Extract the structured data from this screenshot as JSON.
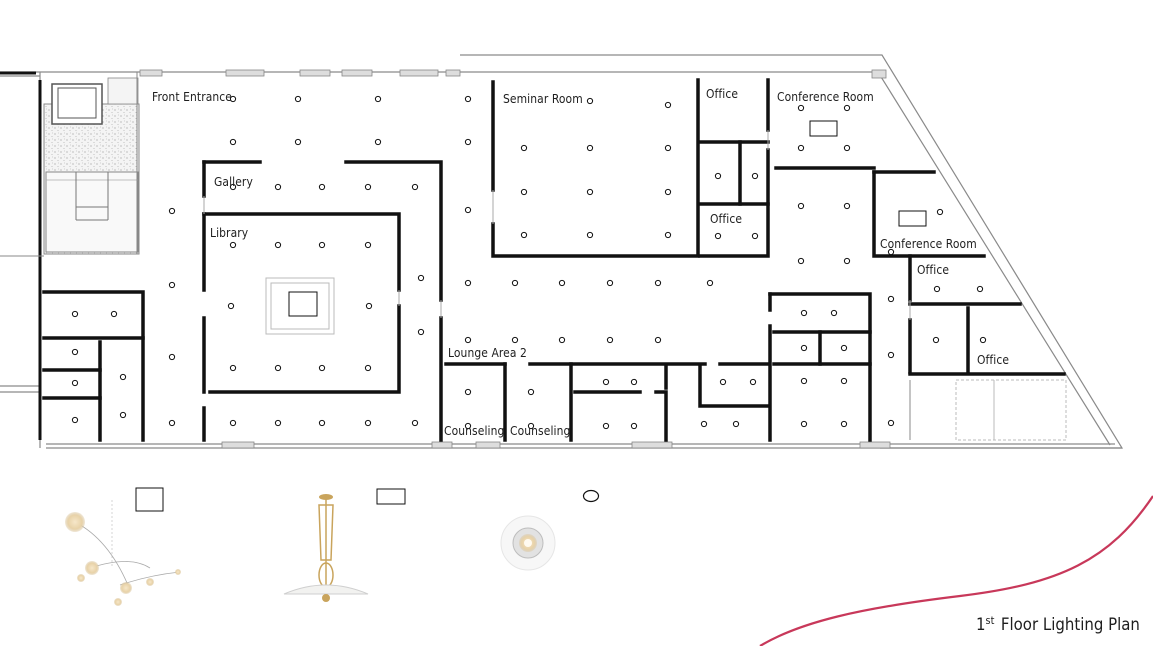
{
  "title": {
    "number": "1",
    "suffix": "st",
    "text": "Floor Lighting Plan"
  },
  "rooms": {
    "front_entrance": "Front Entrance",
    "seminar_room": "Seminar Room",
    "office_top": "Office",
    "conference_room_top": "Conference Room",
    "gallery": "Gallery",
    "office_mid": "Office",
    "library": "Library",
    "conference_room_right": "Conference Room",
    "office_right": "Office",
    "office_bottom_right": "Office",
    "lounge_area_2": "Lounge Area 2",
    "counseling_1": "Counseling",
    "counseling_2": "Counseling"
  },
  "legend": {
    "icons": [
      "mobile-pendant-icon",
      "dome-pendant-icon",
      "recessed-downlight-icon"
    ]
  },
  "colors": {
    "wall": "#111111",
    "accent_curve": "#c8385a",
    "fixture_brass": "#c9a45c"
  }
}
